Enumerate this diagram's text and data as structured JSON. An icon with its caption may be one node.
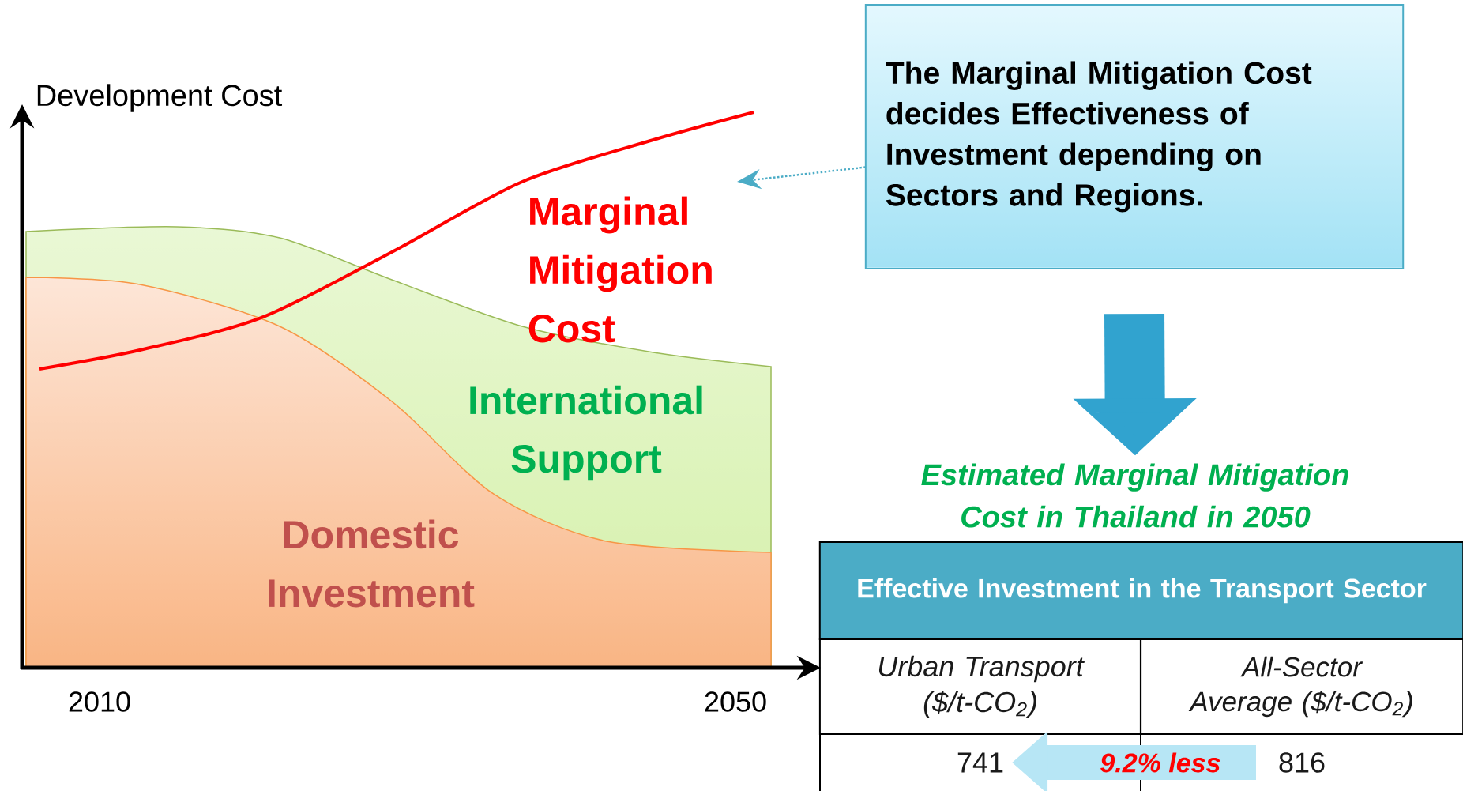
{
  "diagram": {
    "nodes": [
      {
        "text": [
          "The Marginal Mitigation Cost decides Effectiveness of Investment depending on Sectors and Regions."
        ]
      },
      {
        "text": [
          "Estimated Marginal Mitigation Cost in Thailand in 2050"
        ]
      },
      {
        "text": [
          "Effective Investment in the Transport Sector"
        ]
      },
      {
        "text": [
          "Urban Transport ($/t-CO$_{2}$)"
        ]
      },
      {
        "text": [
          "All-Sector Average ($/t-CO$_{2}$)"
        ]
      },
      {
        "text": [
          "741"
        ]
      },
      {
        "text": [
          "816"
        ]
      }
    ],
    "edges": [
      {
        "from": 0,
        "to": null,
        "arrow": "to",
        "style": "dashed",
        "color": "#4bacc6"
      },
      {
        "from": 0,
        "to": 1,
        "arrow": "to",
        "color": "#31a3cf"
      },
      {
        "from": 6,
        "to": 5,
        "arrow": "to",
        "label": "9.2% less",
        "color": "#b7e6f5"
      }
    ],
    "labels": [
      "Development Cost",
      "Marginal Mitigation Cost",
      "International Support",
      "Domestic Investment",
      "2010",
      "2050"
    ]
  }
}
